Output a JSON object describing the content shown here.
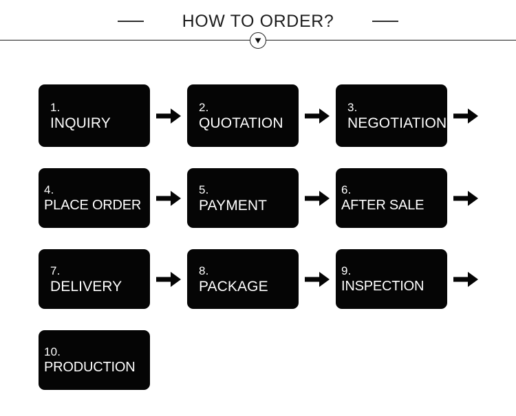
{
  "header": {
    "title": "HOW TO ORDER?",
    "left_dash": "",
    "right_dash": "",
    "badge_icon": "chevron-down-icon"
  },
  "colors": {
    "background": "#ffffff",
    "box_fill": "#050505",
    "box_text": "#ffffff",
    "rule": "#1d1d1d",
    "title_text": "#1d1d1d",
    "dash": "#2b2b2b"
  },
  "flow": {
    "arrow_icon": "arrow-right-icon",
    "rows": [
      {
        "steps": [
          {
            "num": "1.",
            "label": "INQUIRY",
            "arrow_after": true
          },
          {
            "num": "2.",
            "label": "QUOTATION",
            "arrow_after": true
          },
          {
            "num": "3.",
            "label": "NEGOTIATION",
            "arrow_after": true
          }
        ]
      },
      {
        "steps": [
          {
            "num": "4.",
            "label": "PLACE ORDER",
            "arrow_after": true
          },
          {
            "num": "5.",
            "label": "PAYMENT",
            "arrow_after": true
          },
          {
            "num": "6.",
            "label": "AFTER SALE",
            "arrow_after": true
          }
        ]
      },
      {
        "steps": [
          {
            "num": "7.",
            "label": "DELIVERY",
            "arrow_after": true
          },
          {
            "num": "8.",
            "label": "PACKAGE",
            "arrow_after": true
          },
          {
            "num": "9.",
            "label": "INSPECTION",
            "arrow_after": true
          }
        ]
      },
      {
        "steps": [
          {
            "num": "10.",
            "label": "PRODUCTION",
            "arrow_after": false
          }
        ]
      }
    ]
  }
}
